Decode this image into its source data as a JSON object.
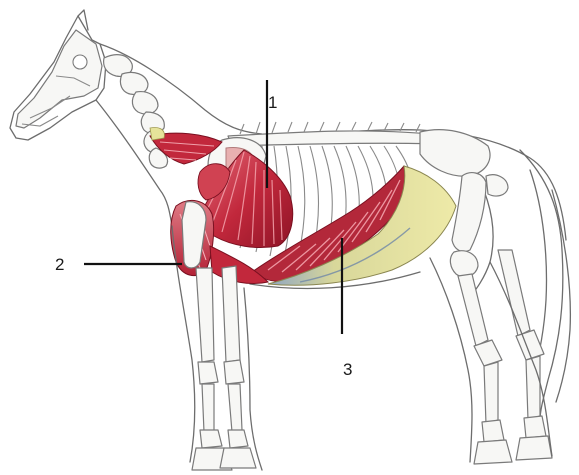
{
  "diagram": {
    "labels": [
      {
        "id": "1",
        "text": "1"
      },
      {
        "id": "2",
        "text": "2"
      },
      {
        "id": "3",
        "text": "3"
      }
    ],
    "colors": {
      "muscle_red": "#c2283c",
      "muscle_dark": "#8e1426",
      "muscle_light": "#e07c86",
      "tendon_yellow": "#e6e39a",
      "tendon_blue": "#7f98b8",
      "bone_fill": "#f7f7f5",
      "outline": "#6d6d6d",
      "leader": "#111111"
    }
  }
}
